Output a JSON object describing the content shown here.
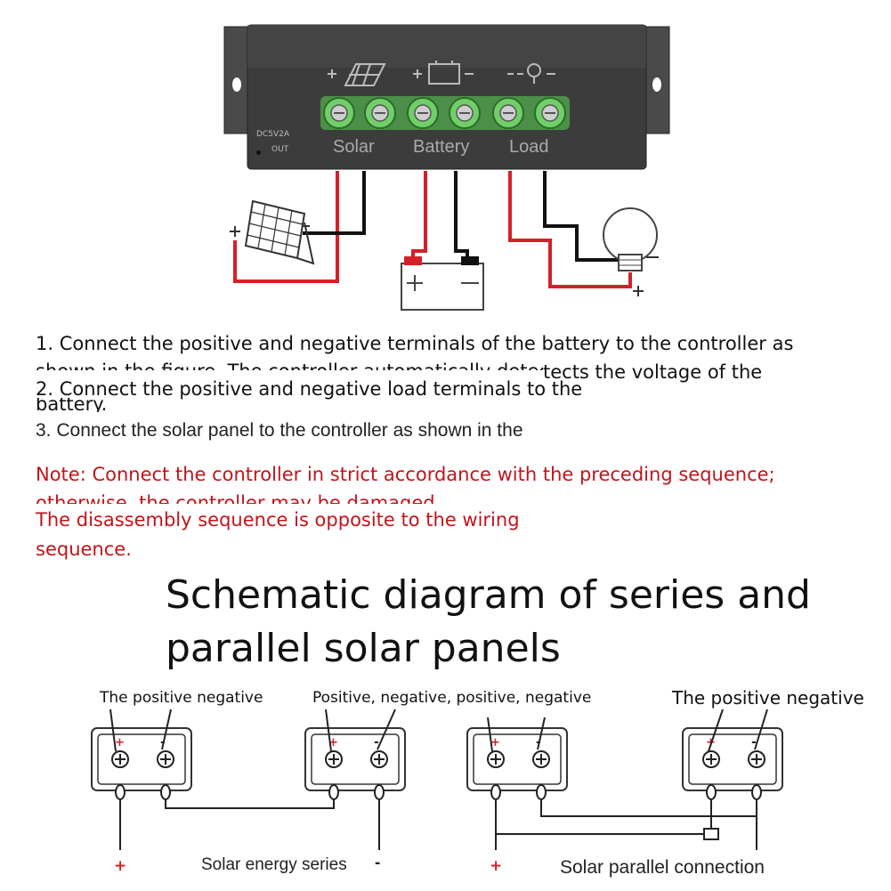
{
  "controller": {
    "port_label": "DC5V2A",
    "port_sub": "OUT",
    "terminals": [
      "Solar",
      "Battery",
      "Load"
    ]
  },
  "steps": [
    "1. Connect the positive and negative terminals of the battery to the controller as",
    "shown in the figure. The controller automatically detects the voltage of the",
    "battery.",
    "2. Connect the positive and negative load terminals to the",
    "3. Connect the solar panel to the controller as shown in the"
  ],
  "note": {
    "line1": "Note: Connect the controller in strict accordance with the preceding sequence;",
    "line2": "otherwise, the controller may be damaged.",
    "line3": "The disassembly sequence is opposite to the wiring",
    "line4": "sequence."
  },
  "schematic": {
    "title_line1": "Schematic diagram of series and",
    "title_line2": "parallel solar panels",
    "label_left": "The positive negative",
    "label_middle": "Positive, negative, positive, negative",
    "label_right": "The positive negative",
    "series_caption": "Solar energy series",
    "parallel_caption": "Solar parallel connection",
    "plus": "+",
    "minus": "-"
  },
  "colors": {
    "red_wire": "#d42027",
    "black_wire": "#111111",
    "controller_body": "#3c3c3c",
    "terminal_green": "#5fc35a",
    "note_red": "#c0141a"
  }
}
